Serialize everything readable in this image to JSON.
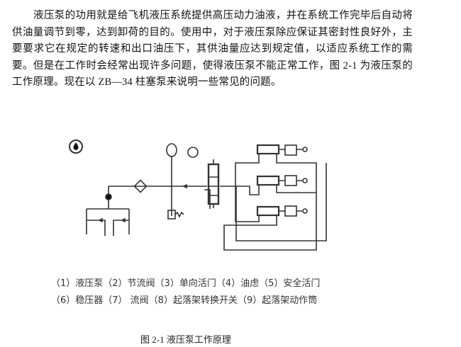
{
  "paragraph": "液压泵的功用就是给飞机液压系统提供高压动力油液，并在系统工作完毕后自动将供油量调节到零，达到卸荷的目的。使用中，对于液压泵除应保证其密封性良好外，主要要求它在规定的转速和出口油压下，其供油量应达到规定值，以适应系统工作的需要。但是在工作时会经常出现许多问题，使得液压泵不能正常工作，图 2-1 为液压泵的工作原理。现在以 ZB—34 柱塞泵来说明一些常见的问题。",
  "figure": {
    "legend_line1": "（1）液压泵（2）节流阀（3）单向活门（4）油虑（5）安全活门",
    "legend_line2": "（6）稳压器（7） 流阀（8）起落架转换开关（9）起落架动作筒",
    "caption": "图 2-1 液压泵工作原理"
  }
}
